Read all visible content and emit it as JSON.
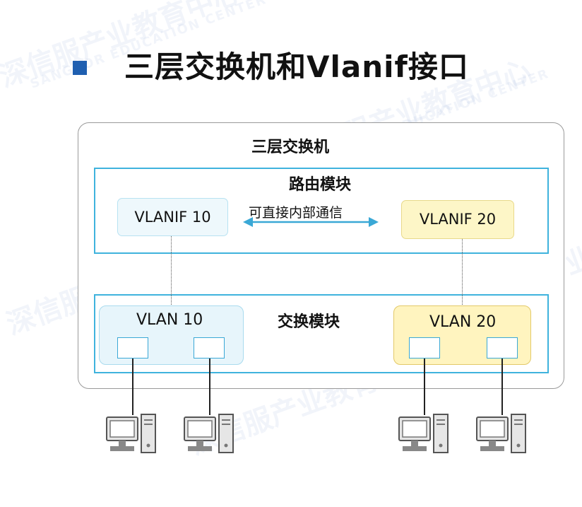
{
  "slide": {
    "title": "三层交换机和Vlanif接口"
  },
  "diagram": {
    "switch_label": "三层交换机",
    "routing_module_label": "路由模块",
    "switching_module_label": "交换模块",
    "vlanif_10": "VLANIF 10",
    "vlanif_20": "VLANIF 20",
    "communication_label": "可直接内部通信",
    "vlan_10": "VLAN 10",
    "vlan_20": "VLAN 20",
    "pc_count": 4
  },
  "watermark": {
    "cn": "深信服产业教育中心",
    "en": "SANGFOR EDUCATION CENTER"
  },
  "colors": {
    "module_border": "#3fb3dd",
    "vlan10_fill": "#e7f5fb",
    "vlan20_fill": "#fff4bf",
    "vlanif10_fill": "#eef8fc",
    "vlanif20_fill": "#fdf6c7",
    "arrow": "#3aa8d6",
    "bullet": "#1f5fb0"
  }
}
